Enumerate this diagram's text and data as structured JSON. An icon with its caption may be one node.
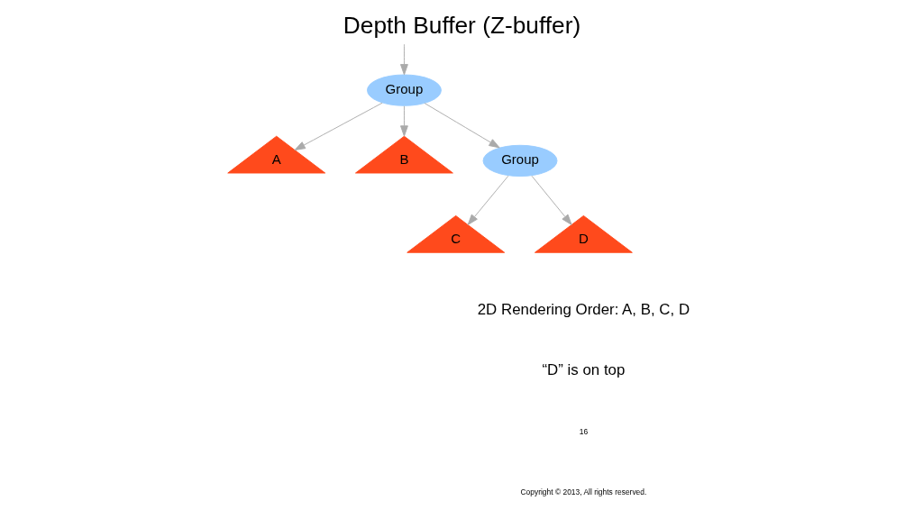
{
  "diagram": {
    "title": "Depth Buffer (Z-buffer)",
    "nodes": [
      {
        "text": [
          "Group"
        ]
      },
      {
        "text": [
          "A"
        ]
      },
      {
        "text": [
          "B"
        ]
      },
      {
        "text": [
          "Group"
        ]
      },
      {
        "text": [
          "C"
        ]
      },
      {
        "text": [
          "D"
        ]
      }
    ],
    "edges": [
      {
        "from": null,
        "to": 0,
        "arrow": "to"
      },
      {
        "from": 0,
        "to": 1,
        "arrow": "to"
      },
      {
        "from": 0,
        "to": 2,
        "arrow": "to"
      },
      {
        "from": 0,
        "to": 3,
        "arrow": "to"
      },
      {
        "from": 3,
        "to": 4,
        "arrow": "to"
      },
      {
        "from": 3,
        "to": 5,
        "arrow": "to"
      }
    ],
    "labels": [
      "2D Rendering Order: A, B, C, D",
      "“D” is on top",
      "16",
      "Copyright © 2013, All rights reserved."
    ]
  }
}
